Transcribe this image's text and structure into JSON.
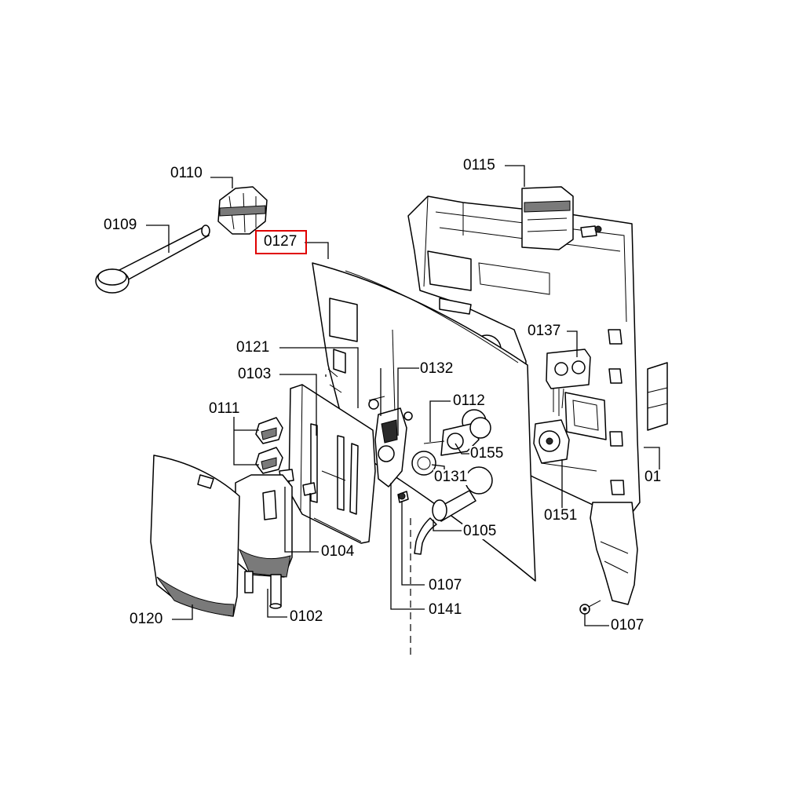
{
  "highlight_color": "#e00000",
  "highlighted_part": "0127",
  "labels": {
    "p0110": "0110",
    "p0109": "0109",
    "p0127": "0127",
    "p0115": "0115",
    "p0121": "0121",
    "p0103": "0103",
    "p0132": "0132",
    "p0137": "0137",
    "p0111": "0111",
    "p0112": "0112",
    "p0155": "0155",
    "p0131": "0131",
    "p0151": "0151",
    "p01": "01",
    "p0105": "0105",
    "p0104": "0104",
    "p0107a": "0107",
    "p0141": "0141",
    "p0102": "0102",
    "p0120": "0120",
    "p0107b": "0107"
  }
}
